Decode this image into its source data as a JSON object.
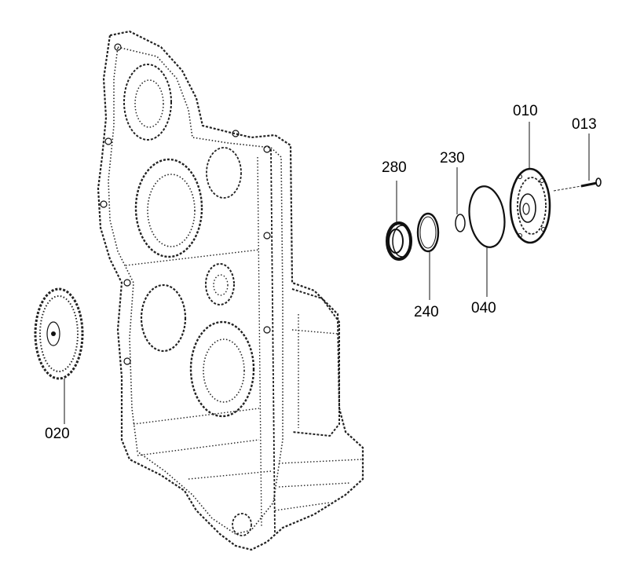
{
  "callouts": {
    "p010": "010",
    "p013": "013",
    "p020": "020",
    "p040": "040",
    "p230": "230",
    "p240": "240",
    "p280": "280"
  }
}
